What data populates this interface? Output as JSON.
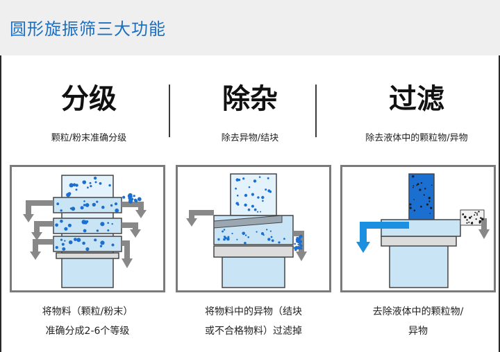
{
  "header": {
    "title": "圆形旋振筛三大功能"
  },
  "columns": [
    {
      "title": "分级",
      "subtitle": "颗粒/粉末准确分级",
      "caption_line1": "将物料（颗粒/粉末）",
      "caption_line2": "准确分成2-6个等级"
    },
    {
      "title": "除杂",
      "subtitle": "除去异物/结块",
      "caption_line1": "将物料中的异物（结块",
      "caption_line2": "或不合格物料）过滤掉"
    },
    {
      "title": "过滤",
      "subtitle": "除去液体中的颗粒物/异物",
      "caption_line1": "去除液体中的颗粒物/",
      "caption_line2": "异物"
    }
  ],
  "colors": {
    "accent": "#1a6fc2",
    "particle_blue": "#1b6fd0",
    "machine_blue": "#c9e4f5",
    "arrow_gray": "#8a8a8a"
  }
}
